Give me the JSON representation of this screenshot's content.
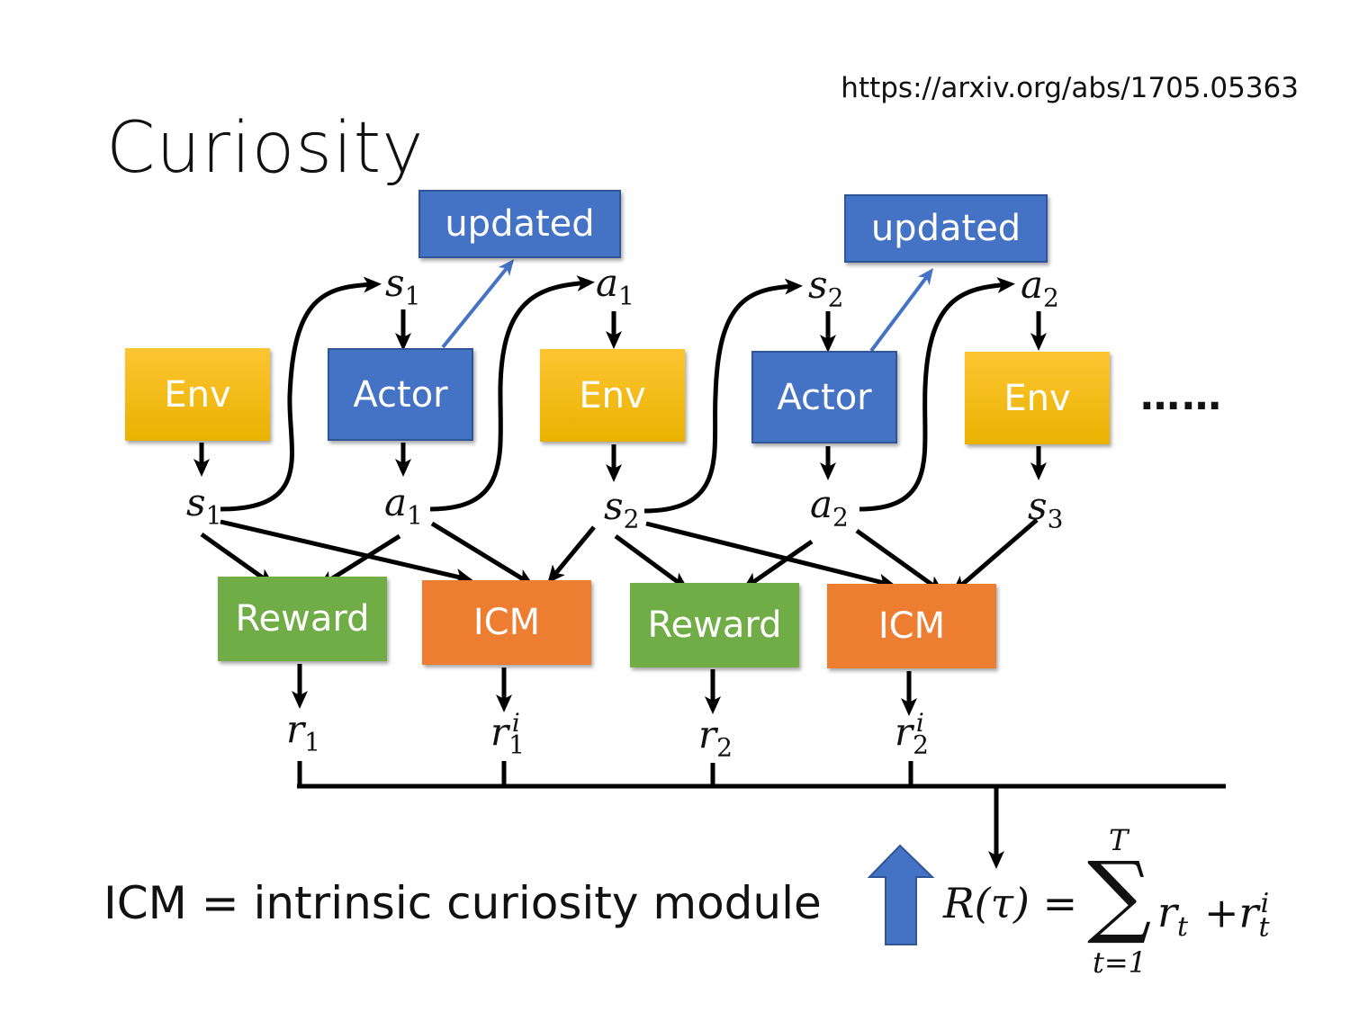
{
  "slide": {
    "title": "Curiosity",
    "reference": "https://arxiv.org/abs/1705.05363",
    "caption": "ICM = intrinsic curiosity module",
    "ellipsis": "……"
  },
  "colors": {
    "env": "#fdc532",
    "actor": "#4472c4",
    "reward": "#70ad47",
    "icm": "#ed7d31",
    "update_arrow": "#4472c4",
    "wire": "#000000"
  },
  "boxes": {
    "env_1": "Env",
    "actor_1": "Actor",
    "env_2": "Env",
    "actor_2": "Actor",
    "env_3": "Env",
    "updated_1": "updated",
    "updated_2": "updated",
    "reward_1": "Reward",
    "icm_1": "ICM",
    "reward_2": "Reward",
    "icm_2": "ICM"
  },
  "variables": {
    "s": "s",
    "a": "a",
    "r": "r",
    "one": "1",
    "two": "2",
    "three": "3",
    "i": "i"
  },
  "formula": {
    "lhs": "R(τ) =",
    "sigma": "∑",
    "upper": "T",
    "lower": "t=1",
    "term_r": "r",
    "term_sub": "t",
    "term2": "+r",
    "term2_sup": "i",
    "term2_sub": "t"
  }
}
